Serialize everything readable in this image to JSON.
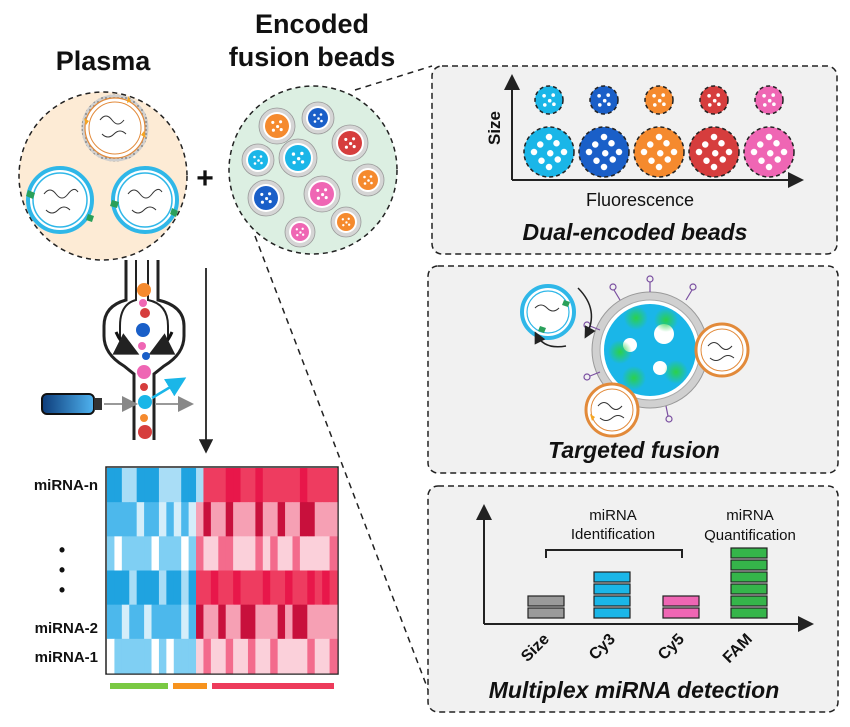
{
  "labels": {
    "plasma": "Plasma",
    "beads_line1": "Encoded",
    "beads_line2": "fusion beads",
    "plus": "+",
    "size_axis": "Size",
    "fluorescence_axis": "Fluorescence",
    "panel1_title": "Dual-encoded beads",
    "panel2_title": "Targeted fusion",
    "panel3_title": "Multiplex miRNA detection",
    "mirna_identification_1": "miRNA",
    "mirna_identification_2": "Identification",
    "mirna_quantification_1": "miRNA",
    "mirna_quantification_2": "Quantification",
    "row_n": "miRNA-n",
    "row_2": "miRNA-2",
    "row_1": "miRNA-1",
    "dots": "•"
  },
  "bar_categories": [
    "Size",
    "Cy3",
    "Cy5",
    "FAM"
  ],
  "bar_levels": [
    2,
    4,
    2,
    6
  ],
  "colors": {
    "cyan": "#1ab6e8",
    "blue": "#1a5fc8",
    "orange": "#f58a2e",
    "red": "#d63d3d",
    "pink": "#ef66b4",
    "gray": "#9a9a9a",
    "green": "#35b54a",
    "panel_bg": "#f1f1f1",
    "plasma_bg": "#fdebd5",
    "beads_bg": "#dcefe2",
    "group_green": "#7ac943",
    "group_orange": "#f7931e",
    "group_red": "#ed3b5b"
  },
  "heatmap_rows": [
    "LLMMLLLMMMLLMHHHRRHHRHHHHHRHHHH",
    "LLLLMLLMLMLMHRHHRHHHRHHRHHRRHHH",
    "LMLLLLMLLLMLRHHRRHHHRHRHHRHHHHR",
    "LLLMLLLMLLMLHHRHHRHHHRHHRHHRHRH",
    "LLMLLMLLLLMLRHHRHHRRHHHRHRRHHHH",
    "MLLLLLMLMLLLHRHHRHHRHHRHHHHRHHR"
  ]
}
